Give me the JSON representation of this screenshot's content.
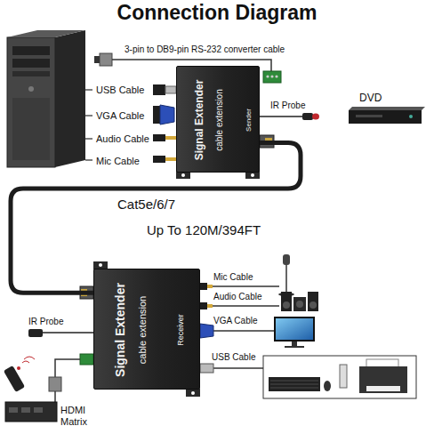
{
  "diagram": {
    "title": "Connection Diagram",
    "nodes": [
      {
        "text": [
          "Signal Extender",
          "cable extension",
          "Sender"
        ]
      },
      {
        "text": [
          "Signal Extender",
          "cable extension",
          "Receiver"
        ]
      }
    ],
    "edges": [
      {
        "from": 0,
        "to": 1,
        "arrow": "none",
        "label": "Cat5e/6/7"
      }
    ],
    "labels": [
      "3-pin to DB9-pin RS-232 converter cable",
      "USB Cable",
      "VGA Cable",
      "Audio Cable",
      "Mic Cable",
      "IR Probe",
      "DVD",
      "Up To 120M/394FT",
      "Mic Cable",
      "Audio Cable",
      "IR Probe",
      "VGA Cable",
      "USB Cable",
      "HDMI Matrix"
    ]
  }
}
